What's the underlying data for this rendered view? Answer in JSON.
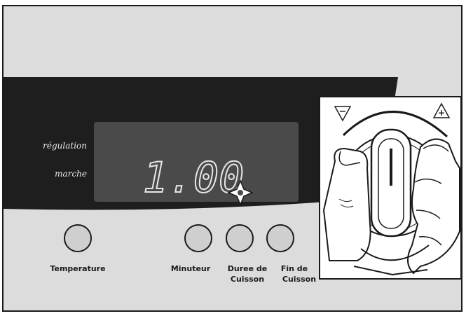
{
  "display": {
    "indicators": [
      "régulation",
      "marche"
    ],
    "readout": "1.00"
  },
  "buttons": [
    {
      "id": "temperature",
      "line1": "Temperature",
      "line2": ""
    },
    {
      "id": "minuteur",
      "line1": "Minuteur",
      "line2": ""
    },
    {
      "id": "duree",
      "line1": "Duree de",
      "line2": "Cuisson"
    },
    {
      "id": "fin",
      "line1": "Fin de",
      "line2": "Cuisson"
    }
  ],
  "knob": {
    "minus_symbol": "−",
    "plus_symbol": "+"
  },
  "colors": {
    "panel": "#dcdcdc",
    "band": "#1e1e1e",
    "display": "#4a4a4a",
    "button": "#cfcfcf"
  }
}
